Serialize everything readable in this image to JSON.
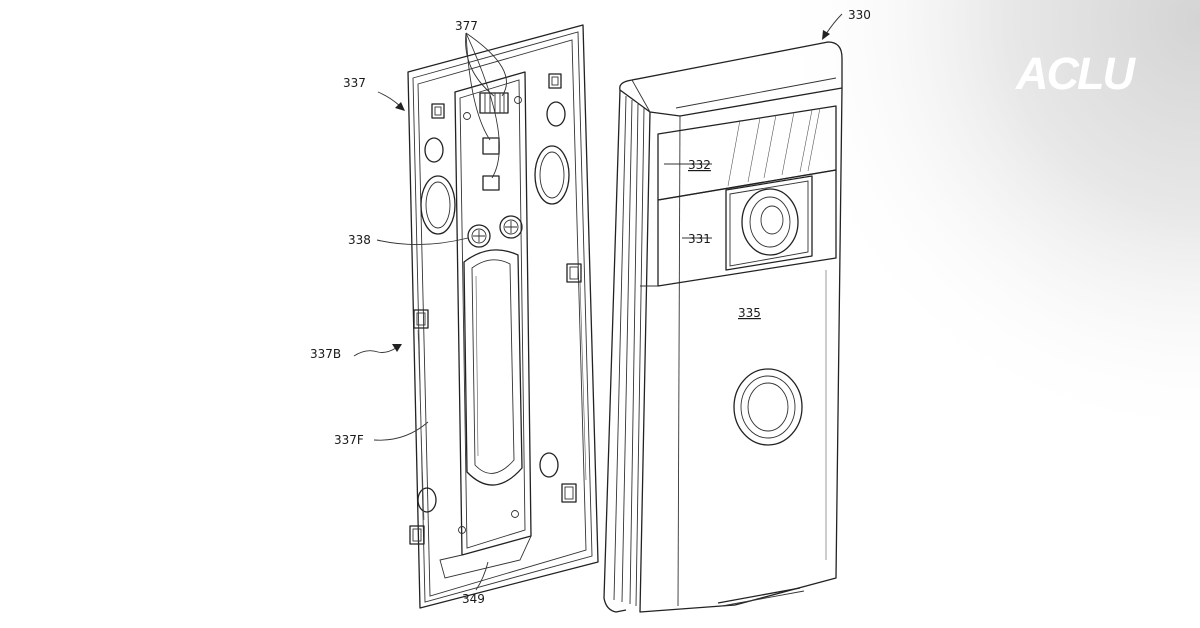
{
  "figure": {
    "labels": {
      "doorbell_device": "330",
      "lens_section": "331",
      "top_band": "332",
      "front_cover": "335",
      "mounting_plate": "337",
      "plate_back": "337B",
      "plate_front": "337F",
      "screws": "338",
      "bottom_tab": "349",
      "contacts": "377"
    }
  },
  "brand": {
    "logo_text": "ACLU",
    "logo_color": "#ffffff",
    "fade_color": "#e6e6e6"
  }
}
